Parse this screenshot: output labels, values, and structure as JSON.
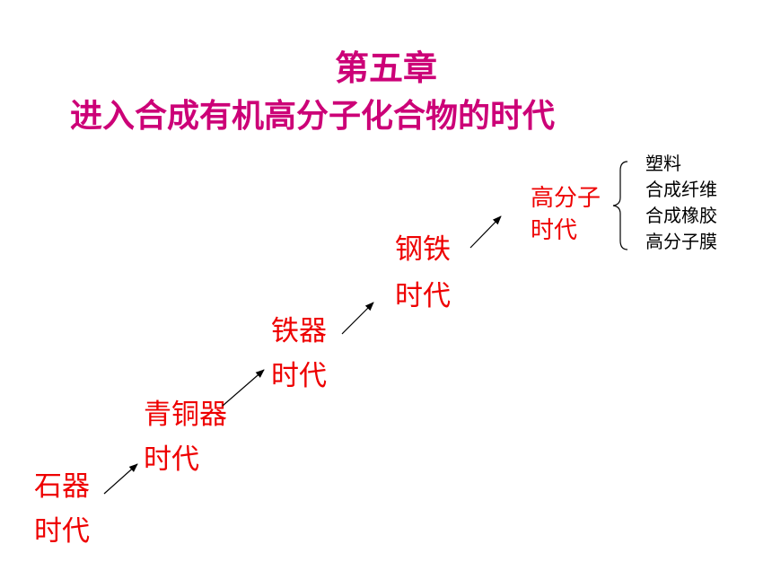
{
  "title": {
    "line1": "第五章",
    "line2": "进入合成有机高分子化合物的时代"
  },
  "eras": [
    {
      "line1": "石器",
      "line2": "时代"
    },
    {
      "line1": "青铜器",
      "line2": "时代"
    },
    {
      "line1": "铁器",
      "line2": "时代"
    },
    {
      "line1": "钢铁",
      "line2": "时代"
    },
    {
      "line1": "高分子",
      "line2": "时代"
    }
  ],
  "polymer_materials": [
    "塑料",
    "合成纤维",
    "合成橡胶",
    "高分子膜"
  ],
  "colors": {
    "title": "#cc0077",
    "era_text": "#ee0000",
    "material_text": "#000000",
    "arrow": "#000000"
  }
}
